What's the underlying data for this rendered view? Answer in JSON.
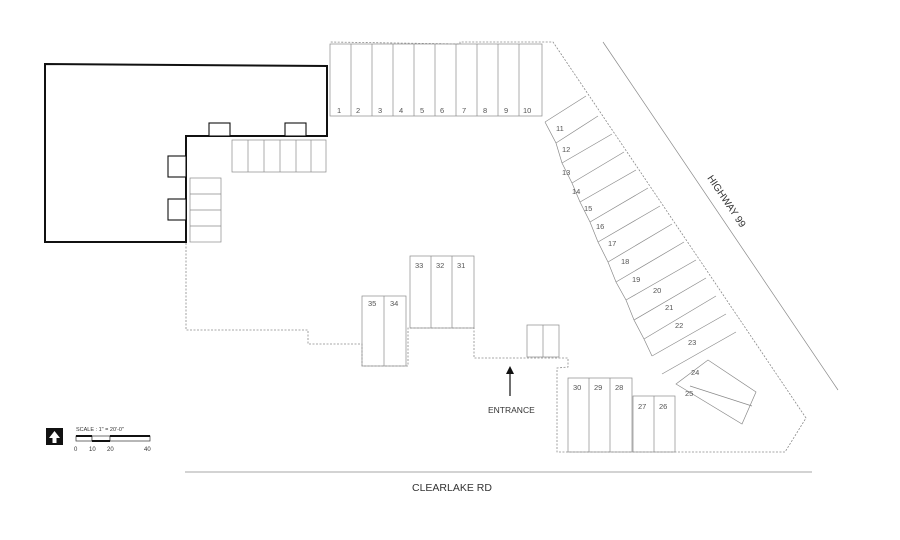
{
  "labels": {
    "highway": "HIGHWAY 99",
    "road": "CLEARLAKE RD",
    "entrance": "ENTRANCE"
  },
  "scale": {
    "text": "SCALE : 1\" = 20'-0\"",
    "ticks": [
      "0",
      "10",
      "20",
      "40"
    ]
  },
  "stalls": {
    "top_row": [
      "1",
      "2",
      "3",
      "4",
      "5",
      "6",
      "7",
      "8",
      "9",
      "10"
    ],
    "diagonal_row": [
      "11",
      "12",
      "13",
      "14",
      "15",
      "16",
      "17",
      "18",
      "19",
      "20",
      "21",
      "22",
      "23"
    ],
    "corner_pair": [
      "24",
      "25"
    ],
    "bottom_row": [
      "30",
      "29",
      "28"
    ],
    "bottom_pair": [
      "27",
      "26"
    ],
    "center_row": [
      "33",
      "32",
      "31"
    ],
    "left_pair": [
      "35",
      "34"
    ]
  },
  "colors": {
    "building_outline": "#111111",
    "line": "#8a8a8a"
  }
}
